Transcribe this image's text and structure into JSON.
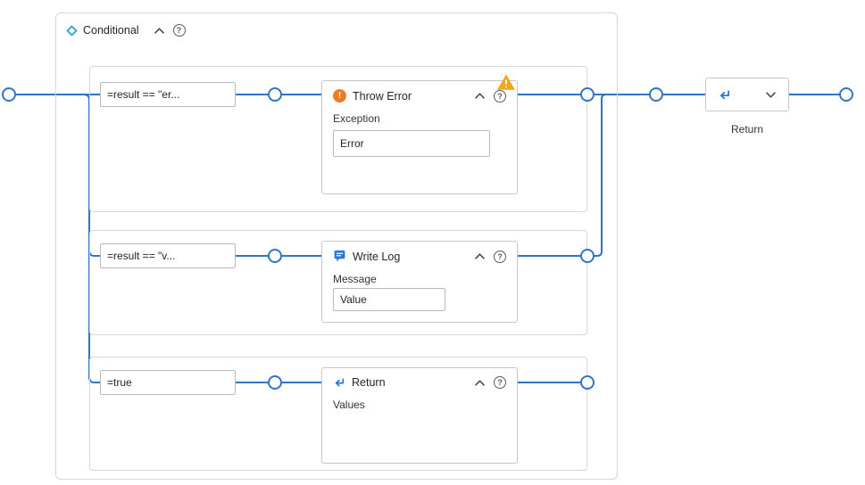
{
  "colors": {
    "wire": "#3273c5",
    "accent": "#2e77d0",
    "warning": "#f2a51d",
    "error": "#ee7c23",
    "border": "#d6d6d6",
    "card-border": "#c6c6c6",
    "input-border": "#b9b9b9",
    "text": "#252525",
    "muted": "#5a5a5a",
    "diamond": "#3ba4de"
  },
  "icons": {
    "help": "?",
    "error": "!"
  },
  "conditional": {
    "title": "Conditional"
  },
  "branches": [
    {
      "condition": "=result == \"er...",
      "activity": {
        "icon": "error-circle-icon",
        "title": "Throw Error",
        "has_warning": true,
        "field_label": "Exception",
        "field_value": "Error"
      }
    },
    {
      "condition": "=result == \"v...",
      "activity": {
        "icon": "chat-bubble-icon",
        "title": "Write Log",
        "field_label": "Message",
        "field_value": "Value"
      }
    },
    {
      "condition": "=true",
      "activity": {
        "icon": "return-arrow-icon",
        "title": "Return",
        "field_label": "Values"
      }
    }
  ],
  "return_node": {
    "icon": "return-arrow-icon",
    "label": "Return"
  }
}
